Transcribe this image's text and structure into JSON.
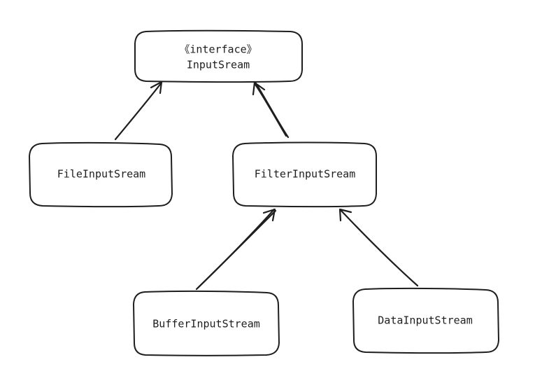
{
  "diagram": {
    "nodes": {
      "input_stream": {
        "stereotype": "《interface》",
        "name": "InputSream"
      },
      "file_input_stream": {
        "name": "FileInputSream"
      },
      "filter_input_stream": {
        "name": "FilterInputSream"
      },
      "buffer_input_stream": {
        "name": "BufferInputStream"
      },
      "data_input_stream": {
        "name": "DataInputStream"
      }
    },
    "edges": [
      {
        "from": "file_input_stream",
        "to": "input_stream",
        "arrow": "open"
      },
      {
        "from": "filter_input_stream",
        "to": "input_stream",
        "arrow": "open"
      },
      {
        "from": "buffer_input_stream",
        "to": "filter_input_stream",
        "arrow": "open"
      },
      {
        "from": "data_input_stream",
        "to": "filter_input_stream",
        "arrow": "open"
      }
    ],
    "colors": {
      "stroke": "#1e1e1e",
      "fill": "#ffffff",
      "background": "#ffffff"
    }
  }
}
